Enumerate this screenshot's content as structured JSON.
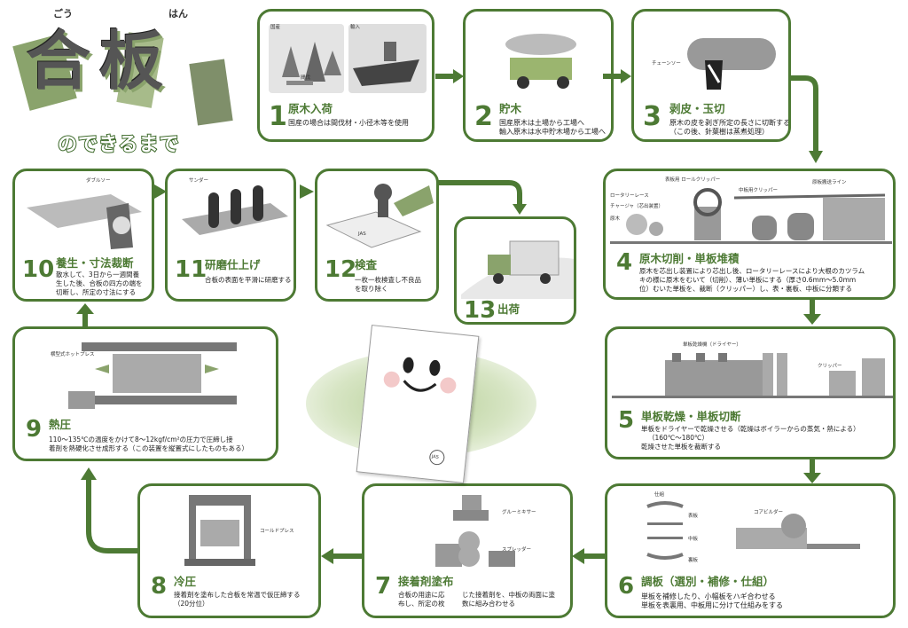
{
  "title": {
    "main": "合板",
    "ruby_left": "ごう",
    "ruby_right": "はん",
    "subtitle": "のできるまで"
  },
  "steps": [
    {
      "number": "1",
      "title": "原木入荷",
      "desc": [
        "国産の場合は間伐材・小径木等を使用"
      ],
      "labels": [
        "国産",
        "輸入",
        "間伐"
      ]
    },
    {
      "number": "2",
      "title": "貯木",
      "desc": [
        "国産原木は土場から工場へ",
        "輸入原木は水中貯木場から工場へ"
      ],
      "labels": []
    },
    {
      "number": "3",
      "title": "剥皮・玉切",
      "desc": [
        "原木の皮を剥ぎ所定の長さに切断する",
        "（この後、針葉樹は蒸煮処理）"
      ],
      "labels": [
        "チェーンソー"
      ]
    },
    {
      "number": "4",
      "title": "原木切削・単板堆積",
      "desc": [
        "原木を芯出し装置により芯出し後、ロータリーレースにより大根のカツラム",
        "キの様に原木をむいて（切削）、薄い単板にする（厚さ0.6mm～5.0mm",
        "位）むいた単板を、裁断（クリッパー）し、表・裏板、中板に分類する"
      ],
      "labels": [
        "ロータリーレース",
        "チャージャ（芯出装置）",
        "原木",
        "表板用 ロールクリッパー",
        "中板用クリッパー",
        "原板搬送ライン"
      ]
    },
    {
      "number": "5",
      "title": "単板乾燥・単板切断",
      "desc": [
        "単板をドライヤーで乾燥させる（乾燥はボイラーからの蒸気・熱による）",
        "（160℃～180℃）",
        "乾燥させた単板を裁断する"
      ],
      "labels": [
        "単板乾燥機（ドライヤー）",
        "クリッパー"
      ]
    },
    {
      "number": "6",
      "title": "調板（選別・補修・仕組）",
      "desc": [
        "単板を補修したり、小幅板をハギ合わせる",
        "単板を表裏用、中板用に分けて仕組みをする"
      ],
      "labels": [
        "仕組",
        "表板",
        "中板",
        "裏板",
        "コアビルダー"
      ]
    },
    {
      "number": "7",
      "title": "接着剤塗布",
      "desc": [
        "合板の用途に応",
        "じた接着剤を、中板の両面に塗",
        "布し、所定の枚",
        "数に組み合わせる"
      ],
      "labels": [
        "グルーミキサー",
        "スプレッダー"
      ]
    },
    {
      "number": "8",
      "title": "冷圧",
      "desc": [
        "接着剤を塗布した合板を常温で仮圧締する",
        "（20分位）"
      ],
      "labels": [
        "コールドプレス"
      ]
    },
    {
      "number": "9",
      "title": "熱圧",
      "desc": [
        "110～135℃の温度をかけて8～12kgf/cm²の圧力で圧締し接",
        "着剤を熱硬化させ成形する（この装置を縦置式にしたものもある）"
      ],
      "labels": [
        "横型式ホットプレス"
      ]
    },
    {
      "number": "10",
      "title": "養生・寸法裁断",
      "desc": [
        "散水して、3日から一週間養",
        "生した後、合板の四方の端を",
        "切断し、所定の寸法にする"
      ],
      "labels": [
        "ダブルソー"
      ]
    },
    {
      "number": "11",
      "title": "研磨仕上げ",
      "desc": [
        "合板の表面を平滑に研磨する"
      ],
      "labels": [
        "サンダー"
      ]
    },
    {
      "number": "12",
      "title": "検査",
      "desc": [
        "一枚一枚検査し不良品",
        "を取り除く"
      ],
      "labels": [
        "JAS"
      ]
    },
    {
      "number": "13",
      "title": "出荷",
      "desc": [],
      "labels": []
    }
  ],
  "mascot": {
    "stamp": "JAS"
  },
  "colors": {
    "accent": "#4d7a34",
    "box_border": "#4d7a34",
    "image_fill": "#d9d9d9",
    "title_shadow": "#8aa36c"
  }
}
